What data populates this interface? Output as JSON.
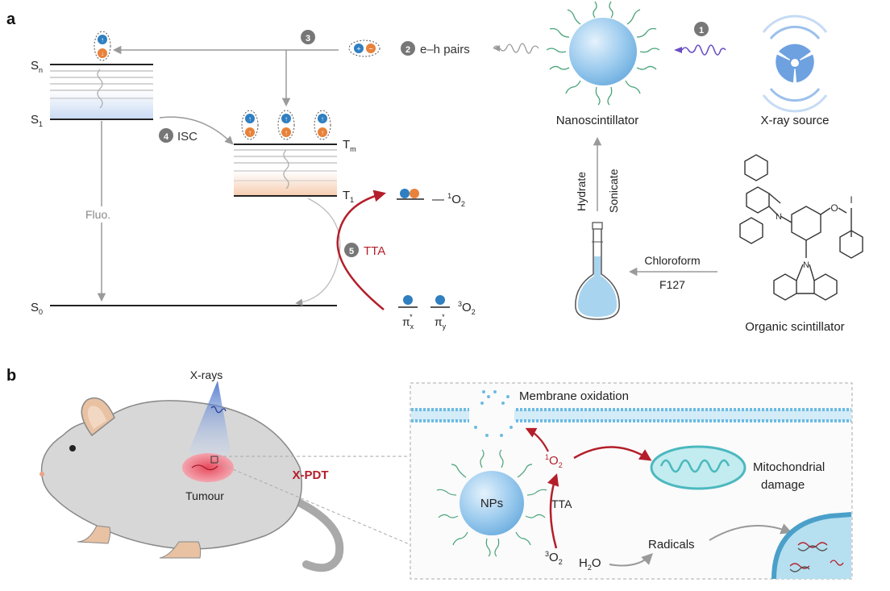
{
  "panel_a": {
    "label": "a",
    "levels": {
      "sn": "S",
      "sn_sub": "n",
      "s1": "S",
      "s1_sub": "1",
      "s0": "S",
      "s0_sub": "0",
      "tm": "T",
      "tm_sub": "m",
      "t1": "T",
      "t1_sub": "1"
    },
    "steps": {
      "step1": "1",
      "step2_num": "2",
      "step2_text": "e–h pairs",
      "step3": "3",
      "step4_num": "4",
      "step4_text": "ISC",
      "step5_num": "5",
      "step5_text": "TTA"
    },
    "fluo": "Fluo.",
    "singlet_oxygen": "— ",
    "o2_single": "O",
    "o2_single_sup": "1",
    "o2_single_sub": "2",
    "o2_triplet_sup": "3",
    "o2_triplet": "O",
    "o2_triplet_sub": "2",
    "pi": "π",
    "pi_x_sub": "x",
    "pi_y_sub": "y",
    "pi_star": "*",
    "nanoscintillator": "Nanoscintillator",
    "xray_source": "X-ray source",
    "hydrate": "Hydrate",
    "sonicate": "Sonicate",
    "chloroform": "Chloroform",
    "f127": "F127",
    "organic_scintillator": "Organic scintillator",
    "chem_iodine": "I",
    "chem_oxygen": "O",
    "chem_nitrogen": "N"
  },
  "panel_b": {
    "label": "b",
    "xrays": "X-rays",
    "tumour": "Tumour",
    "xpdt": "X-PDT",
    "membrane_oxidation": "Membrane oxidation",
    "mitochondrial": "Mitochondrial",
    "damage": "damage",
    "nps": "NPs",
    "tta": "TTA",
    "radicals": "Radicals",
    "singlet_o2_sup": "1",
    "singlet_o2": "O",
    "singlet_o2_sub": "2",
    "triplet_o2_sup": "3",
    "triplet_o2": "O",
    "triplet_o2_sub": "2",
    "water": "H",
    "water_sub": "2",
    "water_o": "O"
  },
  "colors": {
    "red": "#b41e2a",
    "blue": "#2f7fc1",
    "orange": "#e8823a",
    "gray": "#9a9a9a",
    "green": "#4aa37a",
    "sphere": "#9fcdef"
  }
}
